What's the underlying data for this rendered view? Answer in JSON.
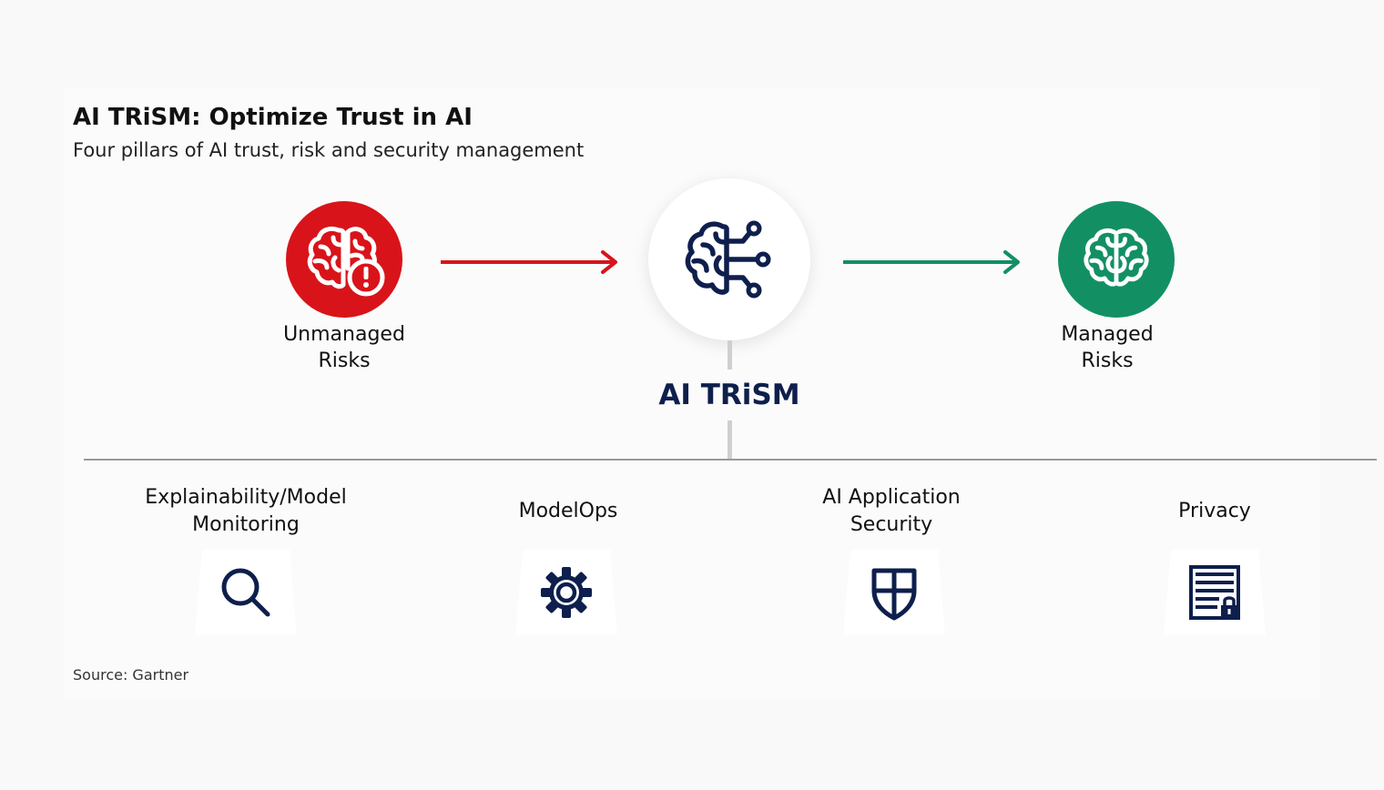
{
  "header": {
    "title": "AI TRiSM: Optimize Trust in AI",
    "subtitle": "Four pillars of AI trust, risk and security management"
  },
  "flow": {
    "left": {
      "label_line1": "Unmanaged",
      "label_line2": "Risks",
      "icon": "brain-alert-icon",
      "color": "#d8141a"
    },
    "center": {
      "label": "AI TRiSM",
      "icon": "brain-circuit-icon",
      "color": "#0e1f4d"
    },
    "right": {
      "label_line1": "Managed",
      "label_line2": "Risks",
      "icon": "brain-icon",
      "color": "#129064"
    },
    "arrow_left_color": "#d8141a",
    "arrow_right_color": "#129064"
  },
  "pillars": [
    {
      "line1": "Explainability/Model",
      "line2": "Monitoring",
      "icon": "magnifier-icon"
    },
    {
      "line1": "ModelOps",
      "line2": "",
      "icon": "gear-icon"
    },
    {
      "line1": "AI Application",
      "line2": "Security",
      "icon": "shield-icon"
    },
    {
      "line1": "Privacy",
      "line2": "",
      "icon": "document-lock-icon"
    }
  ],
  "footer": {
    "source": "Source: Gartner"
  }
}
